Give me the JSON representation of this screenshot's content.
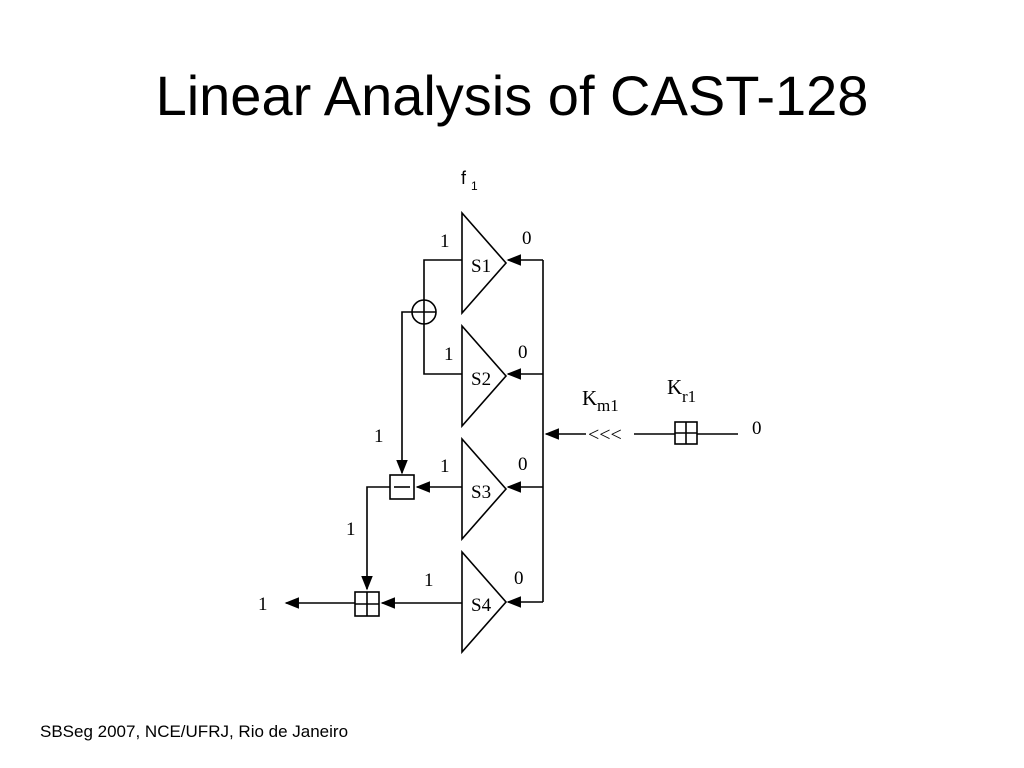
{
  "slide": {
    "title": "Linear Analysis of CAST-128",
    "footer": "SBSeg 2007, NCE/UFRJ, Rio de Janeiro"
  },
  "diagram": {
    "function_label": "f",
    "function_subscript": "1",
    "sboxes": [
      "S1",
      "S2",
      "S3",
      "S4"
    ],
    "input_masks": [
      "0",
      "0",
      "0",
      "0"
    ],
    "output_masks": [
      "1",
      "1",
      "1",
      "1"
    ],
    "rotation_symbol": "<<<",
    "km_label": "K",
    "km_subscript": "m1",
    "kr_label": "K",
    "kr_subscript": "r1",
    "key_input_mask": "0",
    "xor_output_mask": "1",
    "sub_output_mask": "1",
    "final_output_mask": "1"
  }
}
